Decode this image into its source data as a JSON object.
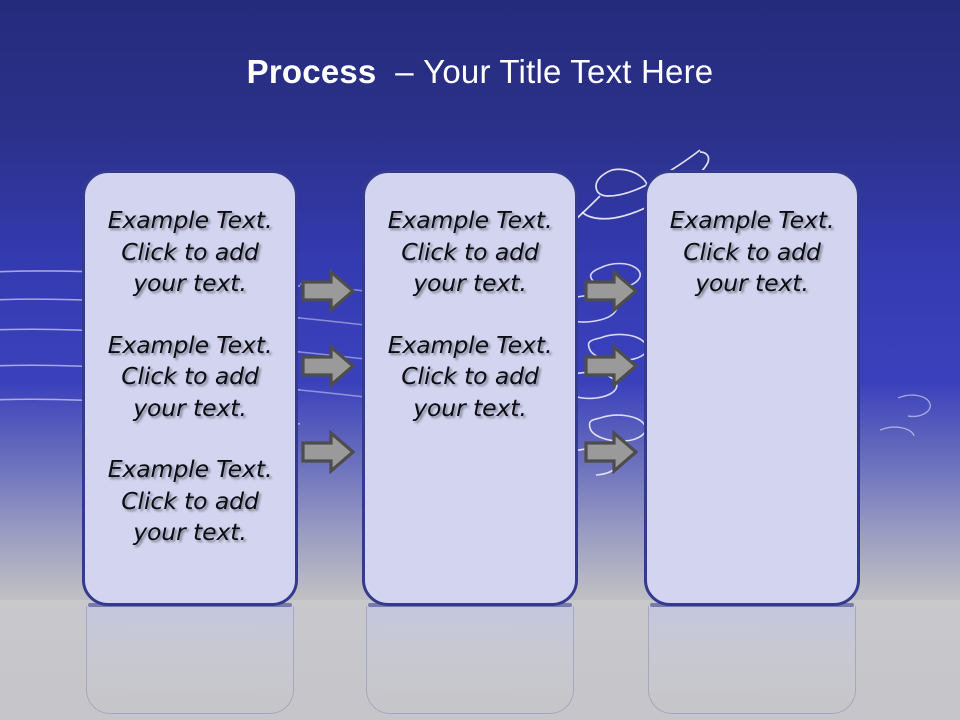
{
  "slide": {
    "title": {
      "bold_part": "Process",
      "dash": "–",
      "light_part": "Your Title Text Here",
      "full": "Process – Your Title Text Here"
    },
    "colors": {
      "title_band_top": "#252b7c",
      "title_band_bottom": "#3a40bb",
      "background_floor": "#c9c9cc",
      "box_fill": "#d3d5f0",
      "box_border": "#343a8e",
      "arrow_fill": "#9a9a9a",
      "arrow_outline": "#4d4d4d",
      "title_text": "#ffffff",
      "body_text": "#0c0c14"
    }
  },
  "process": {
    "boxes": [
      {
        "id": "box-1",
        "paragraphs": [
          "Example Text. Click  to add your text.",
          "Example Text. Click  to add your text.",
          "Example Text. Click  to add your text."
        ]
      },
      {
        "id": "box-2",
        "paragraphs": [
          "Example Text. Click  to add your text.",
          "Example Text. Click  to add your text."
        ]
      },
      {
        "id": "box-3",
        "paragraphs": [
          "Example Text. Click  to add your text."
        ]
      }
    ],
    "connectors": [
      {
        "id": "arrow-1-top",
        "group": "left",
        "direction": "right"
      },
      {
        "id": "arrow-1-middle",
        "group": "left",
        "direction": "right"
      },
      {
        "id": "arrow-1-bottom",
        "group": "left",
        "direction": "right"
      },
      {
        "id": "arrow-2-top",
        "group": "right",
        "direction": "right"
      },
      {
        "id": "arrow-2-middle",
        "group": "right",
        "direction": "right"
      },
      {
        "id": "arrow-2-bottom",
        "group": "right",
        "direction": "right"
      }
    ]
  }
}
